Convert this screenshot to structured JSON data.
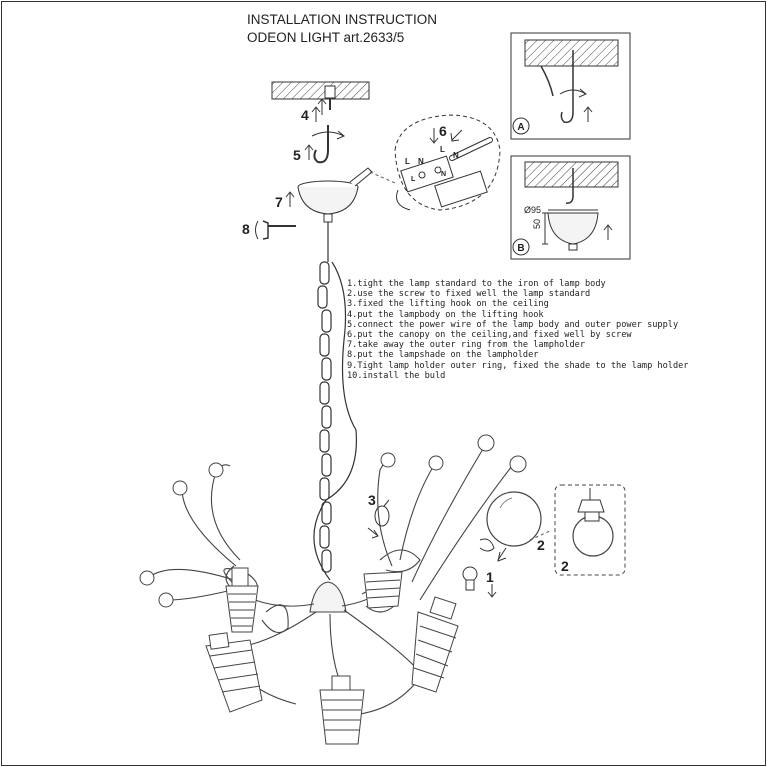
{
  "title": {
    "line1": "INSTALLATION INSTRUCTION",
    "line2": "ODEON LIGHT art.2633/5"
  },
  "steps": [
    "1.tight  the lamp standard to the iron of lamp body",
    "2.use the screw to fixed well the lamp standard",
    "3.fixed the lifting hook on the ceiling",
    "4.put the lampbody on the lifting hook",
    "5.connect the power wire of the lamp body  and outer power supply",
    "6.put the canopy on the ceiling,and fixed well by screw",
    "7.take away the outer ring from the lampholder",
    "8.put the lampshade on the lampholder",
    "9.Tight lamp holder outer ring, fixed the shade to the lamp holder",
    "10.install the buld"
  ],
  "callouts": {
    "n4": "4",
    "n5": "5",
    "n6": "6",
    "n7": "7",
    "n8": "8",
    "n3": "3",
    "n2": "2",
    "n1": "1",
    "n2b": "2"
  },
  "wire_labels": {
    "L1": "L",
    "N1": "N",
    "L2": "L",
    "N2": "N",
    "L3": "L",
    "N3": "N"
  },
  "detail_a": {
    "label": "A"
  },
  "detail_b": {
    "label": "B",
    "diameter": "Ø95",
    "height": "50"
  }
}
